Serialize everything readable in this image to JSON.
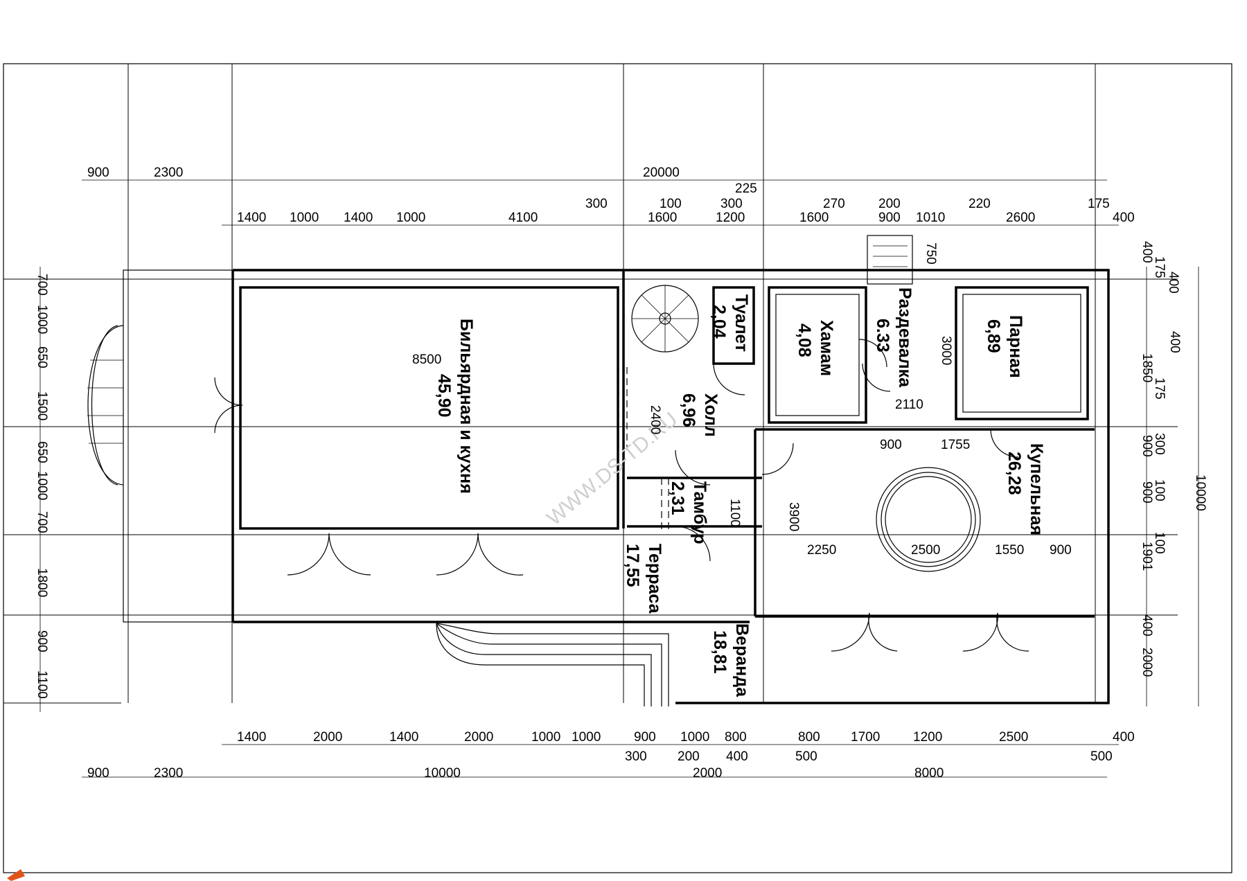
{
  "rooms": [
    {
      "id": "billiard",
      "name": "Бильярдная и кухня",
      "area": "45,90"
    },
    {
      "id": "toilet",
      "name": "Туалет",
      "area": "2,04"
    },
    {
      "id": "hall",
      "name": "Холл",
      "area": "6,96"
    },
    {
      "id": "tambour",
      "name": "Тамбур",
      "area": "2,31"
    },
    {
      "id": "hamam",
      "name": "Хамам",
      "area": "4,08"
    },
    {
      "id": "changing",
      "name": "Раздевалка",
      "area": "6.33"
    },
    {
      "id": "steam",
      "name": "Парная",
      "area": "6,89"
    },
    {
      "id": "bath",
      "name": "Купельная",
      "area": "26,28"
    },
    {
      "id": "terrace",
      "name": "Терраса",
      "area": "17,55"
    },
    {
      "id": "veranda",
      "name": "Веранда",
      "area": "18,81"
    }
  ],
  "dimensions": {
    "top_row1": [
      "900",
      "2300",
      "20000"
    ],
    "top_row2_small": [
      "300",
      "100",
      "300",
      "225",
      "270",
      "200",
      "220",
      "175"
    ],
    "top_row3": [
      "1400",
      "1000",
      "1400",
      "1000",
      "4100",
      "1600",
      "1200",
      "1600",
      "900",
      "1010",
      "2600",
      "400"
    ],
    "left": [
      "700",
      "1000",
      "650",
      "1500",
      "650",
      "1000",
      "700",
      "1800",
      "900",
      "1100"
    ],
    "right_inner": [
      "400",
      "175",
      "400",
      "400",
      "1850",
      "175",
      "300",
      "900",
      "100",
      "900",
      "100",
      "1901",
      "400",
      "2000"
    ],
    "right_total": "10000",
    "bottom_row1": [
      "1400",
      "2000",
      "1400",
      "2000",
      "1000",
      "1000",
      "900",
      "1000",
      "800",
      "800",
      "1700",
      "1200",
      "2500",
      "400"
    ],
    "bottom_row2_small": [
      "300",
      "200",
      "400",
      "500",
      "500"
    ],
    "bottom_row3": [
      "900",
      "2300",
      "10000",
      "2000",
      "8000"
    ],
    "inner": [
      "8500",
      "2400",
      "1100",
      "3900",
      "750",
      "3000",
      "2110",
      "900",
      "1755",
      "2250",
      "2500",
      "1550",
      "900"
    ]
  },
  "watermark": "WWW.DS-TD.RU",
  "colors": {
    "line": "#000000",
    "background": "#ffffff",
    "watermark": "#cfcfcf"
  }
}
